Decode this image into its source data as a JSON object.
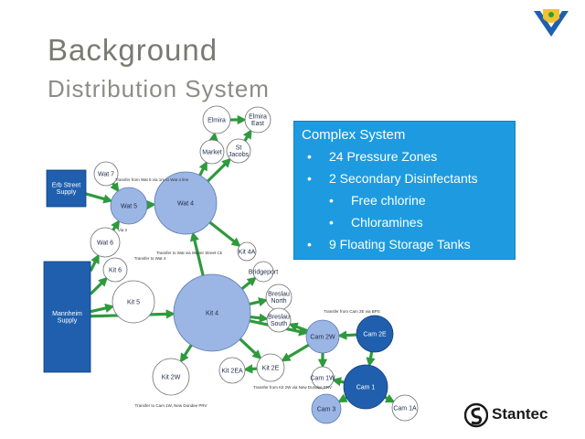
{
  "slide": {
    "title": "Background",
    "subtitle": "Distribution System"
  },
  "info_box": {
    "heading": "Complex System",
    "items": [
      {
        "text": "24 Pressure Zones",
        "level": 1
      },
      {
        "text": "2 Secondary Disinfectants",
        "level": 1
      },
      {
        "text": "Free chlorine",
        "level": 2
      },
      {
        "text": "Chloramines",
        "level": 2
      },
      {
        "text": "9 Floating Storage Tanks",
        "level": 1
      }
    ],
    "bullet": "•"
  },
  "nodes": {
    "erb": "Erb Street Supply",
    "mannheim": "Mannheim Supply",
    "wat7": "Wat 7",
    "wat5": "Wat 5",
    "wat6": "Wat 6",
    "kit6": "Kit 6",
    "kit5": "Kit 5",
    "wat4": "Wat 4",
    "market": "Market",
    "elmira": "Elmira",
    "elmira_east": "Elmira East",
    "st_jacobs": "St Jacobs",
    "kit4a": "Kit 4A",
    "kit4": "Kit 4",
    "bridgeport": "Bridgeport",
    "breslau_north": "Breslau North",
    "breslau_south": "Breslau South",
    "cam2w": "Cam 2W",
    "cam2e": "Cam 2E",
    "cam1": "Cam 1",
    "cam1w": "Cam 1W",
    "cam3": "Cam 3",
    "cam1a": "Cam 1A",
    "kit2e": "Kit 2E",
    "kit2ea": "Kit 2EA",
    "kit2w": "Kit 2W"
  },
  "notes": {
    "wat5_to_wat4": "Transfer from Wat 5 via 1m to Wat 4 line",
    "via2": "Via 2",
    "kit4_to_wat4": "Transfer to Wat 4",
    "wat4_weber": "Transfer to Wat via Weber Street Ck",
    "cam2e": "Transfer from Cam 2E via BPS",
    "kit2w_cam1w": "Transfer from Kit 2W via New Dundee PRV",
    "kit2w_bottom": "Transfer to Cam 1W, New Dundee PRV"
  },
  "colors": {
    "light_node": "#9bb6e4",
    "dark_node": "#1f5fae",
    "supply": "#1f5fae",
    "arrow": "#2e9a3c",
    "info_bg": "#1e9be0"
  },
  "brand": {
    "name": "Stantec",
    "icon": "stantec-logo-icon",
    "emblem": "shield-emblem-icon"
  }
}
